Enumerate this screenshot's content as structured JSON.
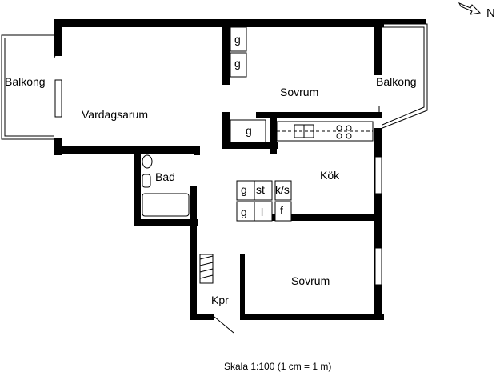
{
  "rooms": {
    "vardagsarum": "Vardagsarum",
    "sovrum_top": "Sovrum",
    "sovrum_bottom": "Sovrum",
    "kok": "Kök",
    "bad": "Bad",
    "kpr": "Kpr",
    "balkong_left": "Balkong",
    "balkong_right": "Balkong"
  },
  "fixtures": {
    "g1": "g",
    "g2": "g",
    "g3": "g",
    "g4": "g",
    "g5": "g",
    "st": "st",
    "ks": "k/s",
    "l": "l",
    "f": "f"
  },
  "north": "N",
  "scale": "Skala 1:100 (1 cm = 1 m)"
}
